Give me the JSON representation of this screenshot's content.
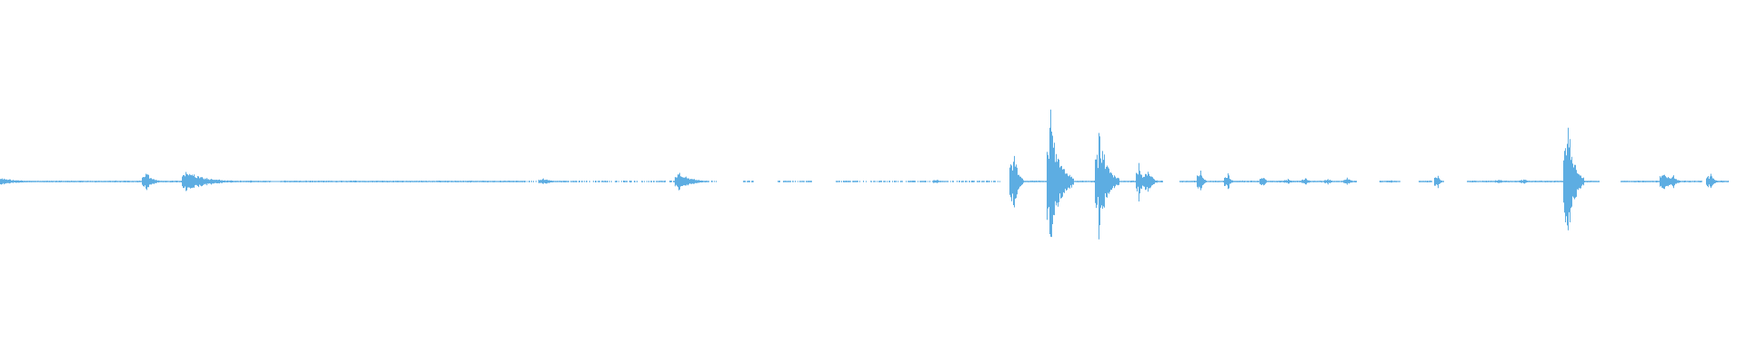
{
  "waveform": {
    "color": "#5dade2",
    "background": "#ffffff",
    "bursts": [
      {
        "t": 0.0,
        "amp": 0.04,
        "dur": 0.03
      },
      {
        "t": 0.083,
        "amp": 0.12,
        "dur": 0.01
      },
      {
        "t": 0.106,
        "amp": 0.14,
        "dur": 0.03
      },
      {
        "t": 0.143,
        "amp": 0.02,
        "dur": 0.005
      },
      {
        "t": 0.31,
        "amp": 0.04,
        "dur": 0.015
      },
      {
        "t": 0.388,
        "amp": 0.12,
        "dur": 0.018
      },
      {
        "t": 0.536,
        "amp": 0.03,
        "dur": 0.006
      },
      {
        "t": 0.58,
        "amp": 0.46,
        "dur": 0.006
      },
      {
        "t": 0.601,
        "amp": 0.85,
        "dur": 0.014
      },
      {
        "t": 0.629,
        "amp": 0.65,
        "dur": 0.012
      },
      {
        "t": 0.652,
        "amp": 0.22,
        "dur": 0.006
      },
      {
        "t": 0.657,
        "amp": 0.2,
        "dur": 0.006
      },
      {
        "t": 0.687,
        "amp": 0.2,
        "dur": 0.004
      },
      {
        "t": 0.703,
        "amp": 0.12,
        "dur": 0.004
      },
      {
        "t": 0.723,
        "amp": 0.08,
        "dur": 0.004
      },
      {
        "t": 0.737,
        "amp": 0.04,
        "dur": 0.006
      },
      {
        "t": 0.747,
        "amp": 0.05,
        "dur": 0.006
      },
      {
        "t": 0.76,
        "amp": 0.04,
        "dur": 0.006
      },
      {
        "t": 0.771,
        "amp": 0.05,
        "dur": 0.006
      },
      {
        "t": 0.796,
        "amp": 0.02,
        "dur": 0.006
      },
      {
        "t": 0.823,
        "amp": 0.1,
        "dur": 0.004
      },
      {
        "t": 0.858,
        "amp": 0.03,
        "dur": 0.006
      },
      {
        "t": 0.872,
        "amp": 0.04,
        "dur": 0.006
      },
      {
        "t": 0.897,
        "amp": 0.9,
        "dur": 0.01
      },
      {
        "t": 0.952,
        "amp": 0.14,
        "dur": 0.01
      },
      {
        "t": 0.958,
        "amp": 0.1,
        "dur": 0.005
      },
      {
        "t": 0.979,
        "amp": 0.12,
        "dur": 0.006
      }
    ],
    "gaps": [
      [
        0.155,
        0.16
      ],
      [
        0.41,
        0.425
      ],
      [
        0.432,
        0.445
      ],
      [
        0.465,
        0.478
      ],
      [
        0.573,
        0.578
      ],
      [
        0.666,
        0.675
      ],
      [
        0.777,
        0.79
      ],
      [
        0.8,
        0.812
      ],
      [
        0.825,
        0.84
      ],
      [
        0.916,
        0.928
      ],
      [
        0.975,
        0.978
      ],
      [
        0.99,
        1.0
      ]
    ]
  }
}
